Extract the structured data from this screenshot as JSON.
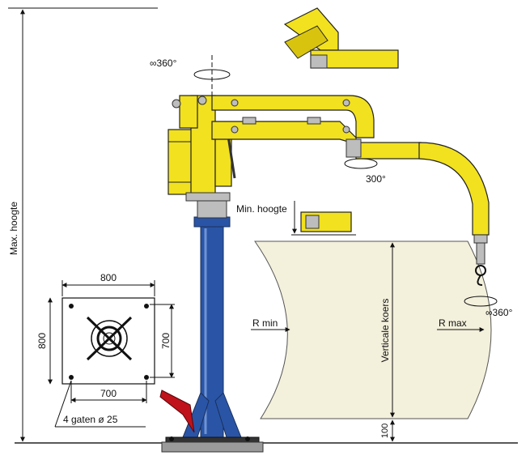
{
  "labels": {
    "max_hoogte": "Max. hoogte",
    "min_hoogte": "Min. hoogte",
    "rotation_top": "∞360°",
    "rotation_mid": "300°",
    "rotation_hook": "∞360°",
    "r_min": "R min",
    "r_max": "R max",
    "verticale_koers": "Verticale koers",
    "dim_100": "100",
    "base_800_top": "800",
    "base_800_left": "800",
    "base_700_right": "700",
    "base_700_bottom": "700",
    "holes": "4 gaten ø 25"
  },
  "colors": {
    "arm_yellow": "#f2e11e",
    "column_blue": "#2a55a6",
    "workspace_fill": "#f3f0dc",
    "arrow_red": "#c0121a"
  }
}
